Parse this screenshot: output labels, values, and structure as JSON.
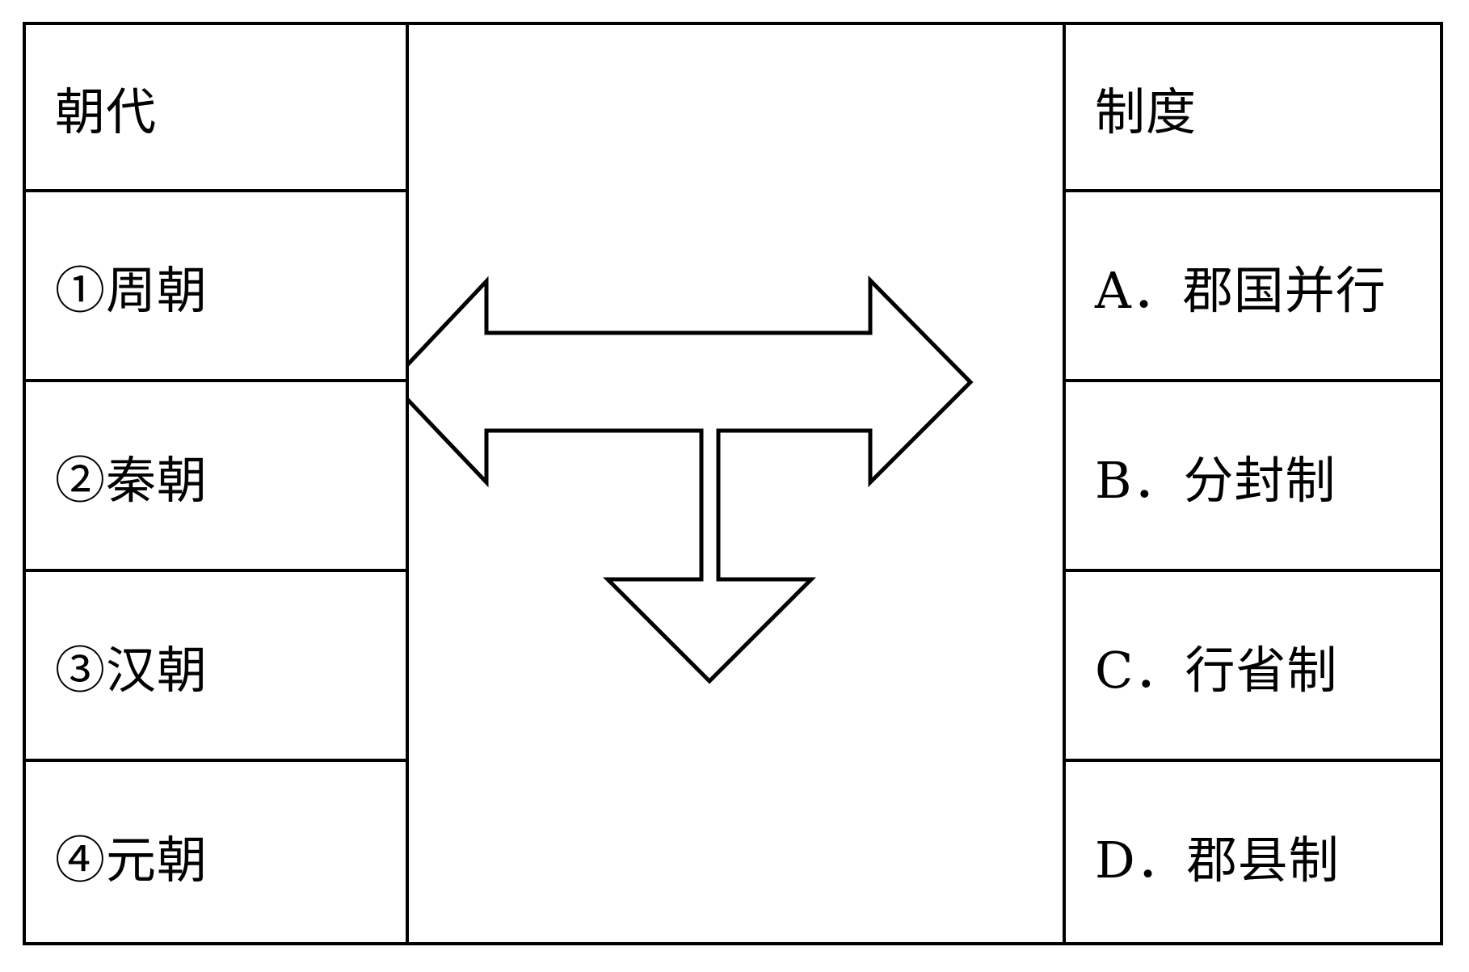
{
  "table": {
    "left_header": "朝代",
    "right_header": "制度",
    "dynasties": [
      "①周朝",
      "②秦朝",
      "③汉朝",
      "④元朝"
    ],
    "systems": [
      "A．郡国并行",
      "B．分封制",
      "C．行省制",
      "D．郡县制"
    ]
  },
  "arrow": {
    "icon": "three-way-arrow-icon",
    "stroke_color": "#000000",
    "fill_color": "#ffffff"
  }
}
